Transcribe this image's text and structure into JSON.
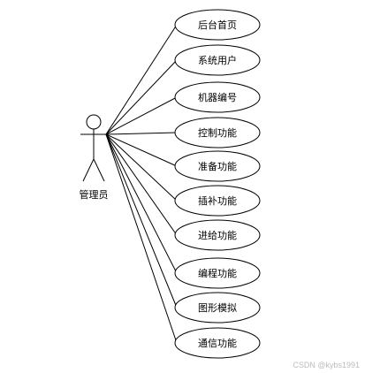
{
  "actor": {
    "label": "管理员"
  },
  "use_cases": [
    {
      "label": "后台首页"
    },
    {
      "label": "系统用户"
    },
    {
      "label": "机器编号"
    },
    {
      "label": "控制功能"
    },
    {
      "label": "准备功能"
    },
    {
      "label": "插补功能"
    },
    {
      "label": "进给功能"
    },
    {
      "label": "编程功能"
    },
    {
      "label": "图形模拟"
    },
    {
      "label": "通信功能"
    }
  ],
  "watermark": "CSDN @kybs1991"
}
